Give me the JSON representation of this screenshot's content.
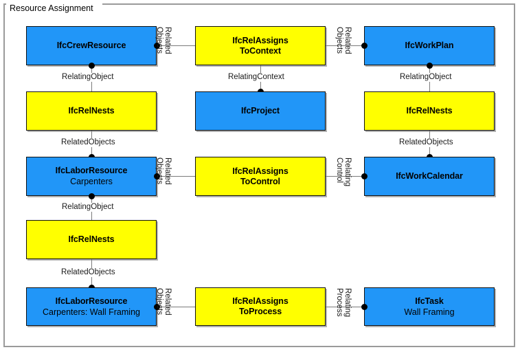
{
  "diagram": {
    "title": "Resource Assignment",
    "colors": {
      "entity": "#2196F8",
      "relationship": "#FFFF00",
      "border": "#000000",
      "frame": "#9A9A9A",
      "connector": "#7A7A7A",
      "background": "#FFFFFF"
    },
    "nodes": [
      {
        "id": "crew-resource",
        "title": "IfcCrewResource",
        "subtitle": "",
        "kind": "entity"
      },
      {
        "id": "rel-assigns-context",
        "title": "IfcRelAssigns",
        "subtitle": "ToContext",
        "kind": "relationship"
      },
      {
        "id": "work-plan",
        "title": "IfcWorkPlan",
        "subtitle": "",
        "kind": "entity"
      },
      {
        "id": "rel-nests-left-1",
        "title": "IfcRelNests",
        "subtitle": "",
        "kind": "relationship"
      },
      {
        "id": "project",
        "title": "IfcProject",
        "subtitle": "",
        "kind": "entity"
      },
      {
        "id": "rel-nests-right-1",
        "title": "IfcRelNests",
        "subtitle": "",
        "kind": "relationship"
      },
      {
        "id": "labor-resource-1",
        "title": "IfcLaborResource",
        "subtitle": "Carpenters",
        "kind": "entity"
      },
      {
        "id": "rel-assigns-control",
        "title": "IfcRelAssigns",
        "subtitle": "ToControl",
        "kind": "relationship"
      },
      {
        "id": "work-calendar",
        "title": "IfcWorkCalendar",
        "subtitle": "",
        "kind": "entity"
      },
      {
        "id": "rel-nests-left-2",
        "title": "IfcRelNests",
        "subtitle": "",
        "kind": "relationship"
      },
      {
        "id": "labor-resource-2",
        "title": "IfcLaborResource",
        "subtitle": "Carpenters: Wall Framing",
        "kind": "entity"
      },
      {
        "id": "rel-assigns-process",
        "title": "IfcRelAssigns",
        "subtitle": "ToProcess",
        "kind": "relationship"
      },
      {
        "id": "task",
        "title": "IfcTask",
        "subtitle": "Wall Framing",
        "kind": "entity"
      }
    ],
    "edge_labels": {
      "crew_to_context_line1": "Related",
      "crew_to_context_line2": "Objects",
      "context_to_workplan_line1": "Related",
      "context_to_workplan_line2": "Objects",
      "crew_relating_object": "RelatingObject",
      "context_relating_context": "RelatingContext",
      "workplan_relating_object": "RelatingObject",
      "nests_left_related_objects": "RelatedObjects",
      "nests_right_related_objects": "RelatedObjects",
      "labor_to_control_line1": "Related",
      "labor_to_control_line2": "Objects",
      "control_to_calendar_line1": "Relating",
      "control_to_calendar_line2": "Control",
      "labor_relating_object": "RelatingObject",
      "nests_left2_related_objects": "RelatedObjects",
      "labor2_to_process_line1": "Related",
      "labor2_to_process_line2": "Objects",
      "process_to_task_line1": "Relating",
      "process_to_task_line2": "Process"
    }
  }
}
